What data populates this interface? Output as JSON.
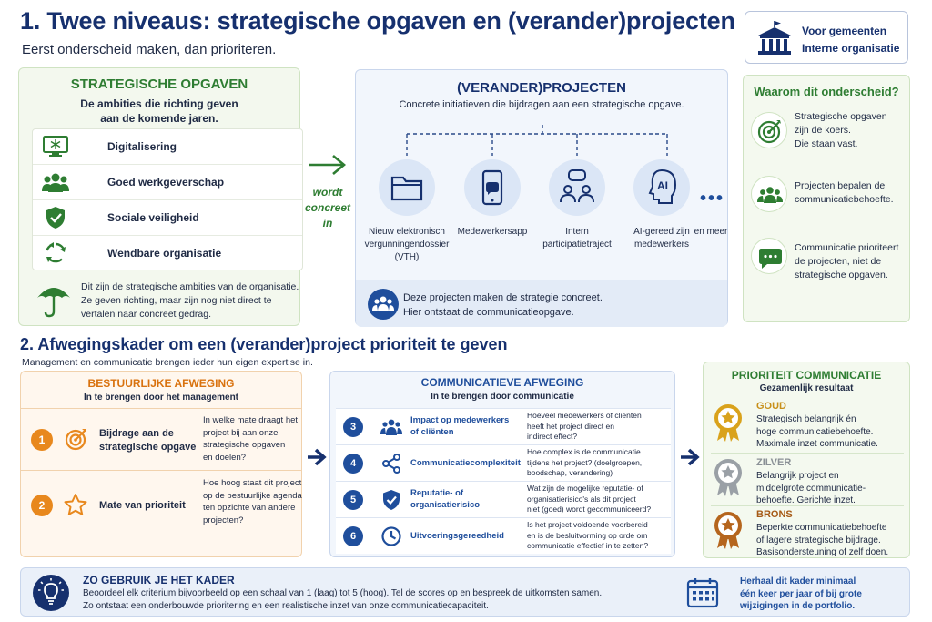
{
  "header": {
    "title": "1. Twee niveaus: strategische opgaven en (verander)projecten",
    "subtitle": "Eerst onderscheid maken, dan prioriteren.",
    "badge_line1": "Voor gemeenten",
    "badge_line2": "Interne organisatie"
  },
  "strategic": {
    "title": "STRATEGISCHE OPGAVEN",
    "subtitle_line1": "De ambities die richting geven",
    "subtitle_line2": "aan de komende jaren.",
    "items": [
      {
        "label": "Digitalisering",
        "icon": "monitor-icon"
      },
      {
        "label": "Goed werkgeverschap",
        "icon": "people-icon"
      },
      {
        "label": "Sociale veiligheid",
        "icon": "shield-check-icon"
      },
      {
        "label": "Wendbare organisatie",
        "icon": "recycle-icon"
      }
    ],
    "note_line1": "Dit zijn de strategische ambities van de organisatie.",
    "note_line2": "Ze geven richting, maar zijn nog niet direct te",
    "note_line3": "vertalen naar concreet gedrag."
  },
  "connector": {
    "line1": "wordt",
    "line2": "concreet",
    "line3": "in"
  },
  "projects": {
    "title": "(VERANDER)PROJECTEN",
    "subtitle": "Concrete initiatieven die bijdragen aan een strategische opgave.",
    "items": [
      {
        "line1": "Nieuw elektronisch",
        "line2": "vergunningendossier",
        "line3": "(VTH)",
        "icon": "folder-icon"
      },
      {
        "line1": "Medewerkersapp",
        "line2": "",
        "line3": "",
        "icon": "smartphone-icon"
      },
      {
        "line1": "Intern",
        "line2": "participatietraject",
        "line3": "",
        "icon": "conversation-icon"
      },
      {
        "line1": "AI-gereed zijn",
        "line2": "medewerkers",
        "line3": "",
        "icon": "ai-icon"
      }
    ],
    "more_label": "en meer",
    "footer_line1": "Deze projecten maken de strategie concreet.",
    "footer_line2": "Hier ontstaat de communicatieopgave."
  },
  "why": {
    "title": "Waarom dit onderscheid?",
    "items": [
      {
        "lines": [
          "Strategische opgaven",
          "zijn de koers.",
          "Die staan vast."
        ],
        "icon": "target-icon"
      },
      {
        "lines": [
          "Projecten bepalen de",
          "communicatiebehoefte."
        ],
        "icon": "people-icon"
      },
      {
        "lines": [
          "Communicatie prioriteert",
          "de projecten, niet de",
          "strategische opgaven."
        ],
        "icon": "chat-icon"
      }
    ]
  },
  "section2": {
    "title": "2. Afwegingskader om een (verander)project prioriteit te geven",
    "subtitle": "Management en communicatie brengen ieder hun eigen expertise in."
  },
  "bestuurlijk": {
    "title": "BESTUURLIJKE AFWEGING",
    "subtitle": "In te brengen door het management",
    "rows": [
      {
        "num": "1",
        "title_line1": "Bijdrage aan de",
        "title_line2": "strategische opgave",
        "desc": [
          "In welke mate draagt het",
          "project bij aan onze",
          "strategische opgaven",
          "en doelen?"
        ]
      },
      {
        "num": "2",
        "title_line1": "Mate van prioriteit",
        "title_line2": "",
        "desc": [
          "Hoe hoog staat dit project",
          "op de bestuurlijke agenda",
          "ten opzichte van andere",
          "projecten?"
        ]
      }
    ]
  },
  "communicatief": {
    "title": "COMMUNICATIEVE AFWEGING",
    "subtitle": "In te brengen door communicatie",
    "rows": [
      {
        "num": "3",
        "title_line1": "Impact op medewerkers",
        "title_line2": "of cliënten",
        "desc": [
          "Hoeveel medewerkers of cliënten",
          "heeft het project direct en",
          "indirect effect?"
        ]
      },
      {
        "num": "4",
        "title_line1": "Communicatiecomplexiteit",
        "title_line2": "",
        "desc": [
          "Hoe complex is de communicatie",
          "tijdens het project? (doelgroepen,",
          "boodschap, verandering)"
        ]
      },
      {
        "num": "5",
        "title_line1": "Reputatie- of",
        "title_line2": "organisatierisico",
        "desc": [
          "Wat zijn de mogelijke reputatie- of",
          "organisatierisico's als dit project",
          "niet (goed) wordt gecommuniceerd?"
        ]
      },
      {
        "num": "6",
        "title_line1": "Uitvoeringsgereedheid",
        "title_line2": "",
        "desc": [
          "Is het project voldoende voorbereid",
          "en is de besluitvorming op orde om",
          "communicatie effectief in te zetten?"
        ]
      }
    ]
  },
  "prioriteit": {
    "title": "PRIORITEIT COMMUNICATIE",
    "subtitle": "Gezamenlijk resultaat",
    "levels": [
      {
        "name": "GOUD",
        "color": "#d9a21b",
        "desc": [
          "Strategisch belangrijk én",
          "hoge communicatiebehoefte.",
          "Maximale inzet communicatie."
        ]
      },
      {
        "name": "ZILVER",
        "color": "#9aa0a6",
        "desc": [
          "Belangrijk project en",
          "middelgrote communicatie-",
          "behoefte. Gerichte inzet."
        ]
      },
      {
        "name": "BRONS",
        "color": "#b5651d",
        "desc": [
          "Beperkte communicatiebehoefte",
          "of lagere strategische bijdrage.",
          "Basisondersteuning of zelf doen."
        ]
      }
    ]
  },
  "footer": {
    "title": "ZO GEBRUIK JE HET KADER",
    "line1": "Beoordeel elk criterium bijvoorbeeld op een schaal van 1 (laag) tot 5 (hoog). Tel de scores op en bespreek de uitkomsten samen.",
    "line2": "Zo ontstaat een onderbouwde prioritering en een realistische inzet van onze communicatiecapaciteit.",
    "right_line1": "Herhaal dit kader minimaal",
    "right_line2": "één keer per jaar of bij grote",
    "right_line3": "wijzigingen in de portfolio."
  },
  "colors": {
    "navy": "#16306e",
    "green": "#2e7d32",
    "blue": "#1f4e9c",
    "orange": "#e8881d"
  }
}
